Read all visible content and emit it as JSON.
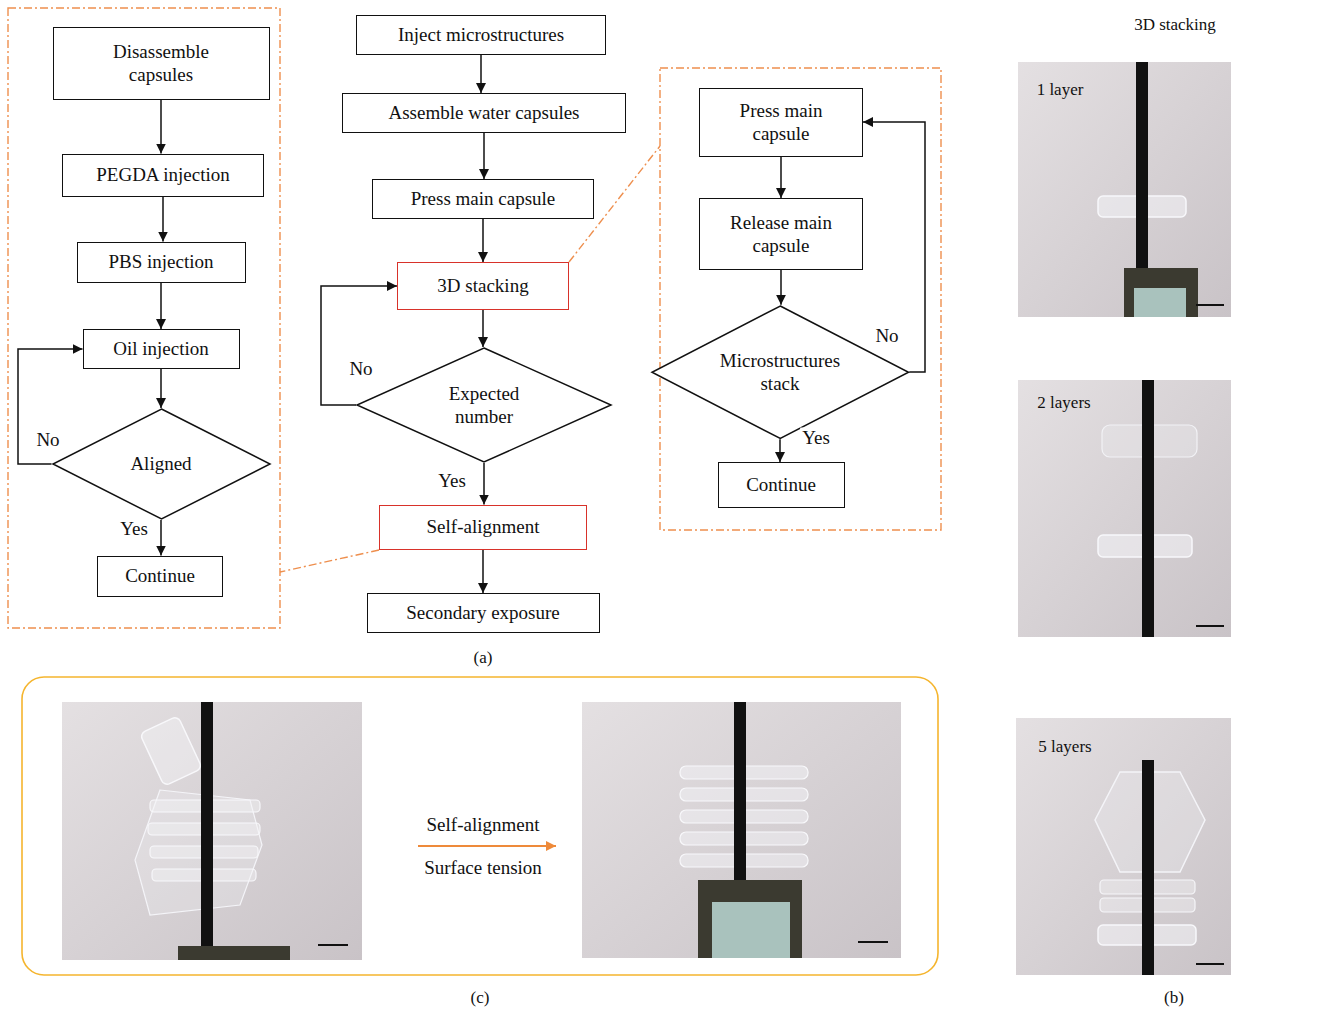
{
  "diagram": {
    "nodes": [
      {
        "text": [
          "Inject microstructures"
        ]
      },
      {
        "text": [
          "Assemble water capsules"
        ]
      },
      {
        "text": [
          "Press main capsule"
        ]
      },
      {
        "text": [
          "3D stacking"
        ]
      },
      {
        "text": [
          "Expected number"
        ]
      },
      {
        "text": [
          "Self-alignment"
        ]
      },
      {
        "text": [
          "Secondary exposure"
        ]
      },
      {
        "text": [
          "Disassemble capsules"
        ]
      },
      {
        "text": [
          "PEGDA injection"
        ]
      },
      {
        "text": [
          "PBS injection"
        ]
      },
      {
        "text": [
          "Oil injection"
        ]
      },
      {
        "text": [
          "Aligned"
        ]
      },
      {
        "text": [
          "Continue"
        ]
      },
      {
        "text": [
          "Press main capsule"
        ]
      },
      {
        "text": [
          "Release main capsule"
        ]
      },
      {
        "text": [
          "Microstructures stack"
        ]
      },
      {
        "text": [
          "Continue"
        ]
      }
    ],
    "edges": [
      {
        "from": 0,
        "to": 1,
        "arrow": "to"
      },
      {
        "from": 1,
        "to": 2,
        "arrow": "to"
      },
      {
        "from": 2,
        "to": 3,
        "arrow": "to"
      },
      {
        "from": 3,
        "to": 4,
        "arrow": "to"
      },
      {
        "from": 4,
        "to": 5,
        "label": "Yes",
        "arrow": "to"
      },
      {
        "from": 4,
        "to": 3,
        "label": "No",
        "arrow": "to"
      },
      {
        "from": 5,
        "to": 6,
        "arrow": "to"
      },
      {
        "from": 7,
        "to": 8,
        "arrow": "to"
      },
      {
        "from": 8,
        "to": 9,
        "arrow": "to"
      },
      {
        "from": 9,
        "to": 10,
        "arrow": "to"
      },
      {
        "from": 10,
        "to": 11,
        "arrow": "to"
      },
      {
        "from": 11,
        "to": 12,
        "label": "Yes",
        "arrow": "to"
      },
      {
        "from": 11,
        "to": 10,
        "label": "No",
        "arrow": "to"
      },
      {
        "from": 13,
        "to": 14,
        "arrow": "to"
      },
      {
        "from": 14,
        "to": 15,
        "arrow": "to"
      },
      {
        "from": 15,
        "to": 16,
        "label": "Yes",
        "arrow": "to"
      },
      {
        "from": 15,
        "to": 13,
        "label": "No",
        "arrow": "to"
      }
    ],
    "labels": [
      "(a)",
      "3D stacking",
      "1 layer",
      "2 layers",
      "5 layers",
      "Self-alignment",
      "Surface tension",
      "(c)",
      "(b)"
    ]
  }
}
